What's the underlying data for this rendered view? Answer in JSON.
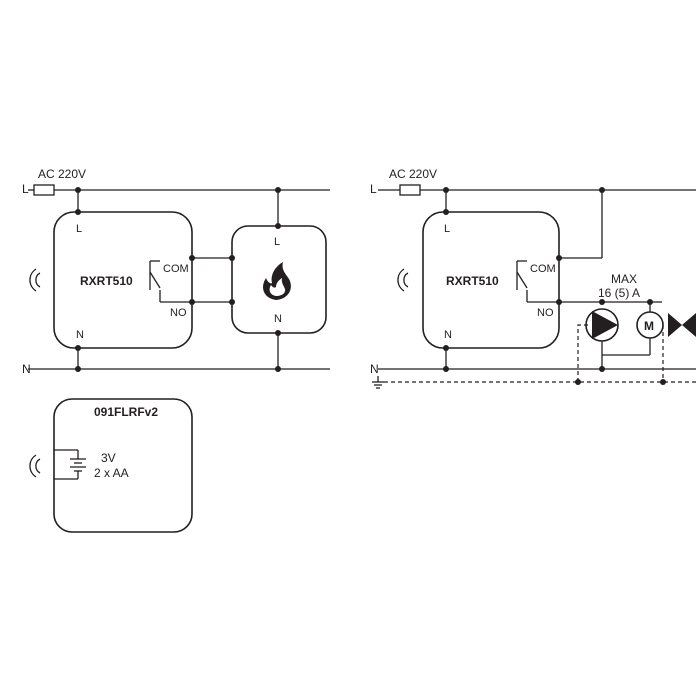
{
  "left_diagram": {
    "supply_label": "AC 220V",
    "line_label": "L",
    "neutral_label": "N",
    "thermostat": {
      "name": "RXRT510",
      "terminal_l": "L",
      "terminal_n": "N",
      "terminal_com": "COM",
      "terminal_no": "NO"
    },
    "boiler": {
      "terminal_l": "L",
      "terminal_n": "N",
      "icon": "flame-icon"
    }
  },
  "sensor": {
    "name": "091FLRFv2",
    "battery_voltage": "3V",
    "battery_count": "2 x AA",
    "icon": "wireless-signal-icon"
  },
  "right_diagram": {
    "supply_label": "AC 220V",
    "line_label": "L",
    "neutral_label": "N",
    "thermostat": {
      "name": "RXRT510",
      "terminal_l": "L",
      "terminal_n": "N",
      "terminal_com": "COM",
      "terminal_no": "NO"
    },
    "load_max_label": "MAX",
    "load_current_label": "16 (5) A",
    "pump_icon": "pump-icon",
    "motor_label": "M",
    "valve_icon": "valve-icon",
    "earth_icon": "earth-ground-icon"
  }
}
